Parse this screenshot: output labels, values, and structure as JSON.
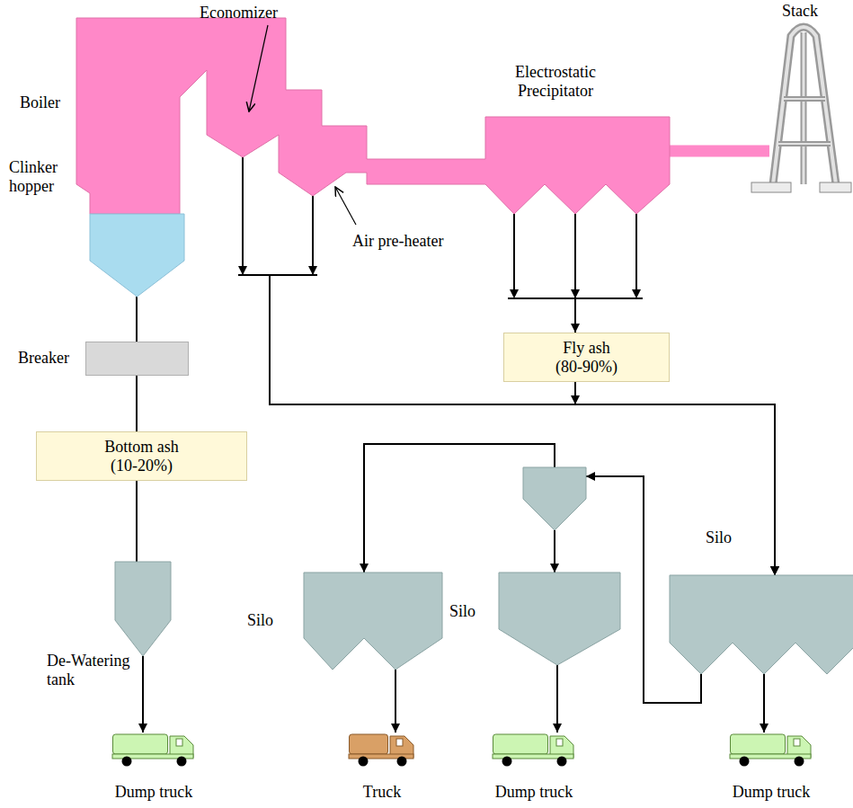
{
  "diagram": {
    "nodes": [
      {
        "text": [
          "Boiler"
        ]
      },
      {
        "text": [
          "Economizer"
        ]
      },
      {
        "text": [
          "Air pre-heater"
        ]
      },
      {
        "text": [
          "Electrostatic Precipitator"
        ]
      },
      {
        "text": [
          "Stack"
        ]
      },
      {
        "text": [
          "Clinker hopper"
        ]
      },
      {
        "text": [
          "Breaker"
        ]
      },
      {
        "text": [
          "Bottom ash (10-20%)"
        ]
      },
      {
        "text": [
          "De-Watering tank"
        ]
      },
      {
        "text": [
          "Fly ash (80-90%)"
        ]
      },
      {
        "text": [
          "Silo"
        ]
      },
      {
        "text": [
          "Silo"
        ]
      },
      {
        "text": [
          "Silo"
        ]
      },
      {
        "text": [
          "Dump truck"
        ]
      },
      {
        "text": [
          "Truck"
        ]
      },
      {
        "text": [
          "Dump truck"
        ]
      },
      {
        "text": [
          "Dump truck"
        ]
      }
    ],
    "edges": [
      {
        "from": 5,
        "to": 6,
        "arrow": "none"
      },
      {
        "from": 6,
        "to": 7,
        "arrow": "none"
      },
      {
        "from": 7,
        "to": 8,
        "arrow": "none"
      },
      {
        "from": 8,
        "to": 13,
        "arrow": "to"
      },
      {
        "from": 3,
        "to": 4,
        "arrow": "none"
      },
      {
        "from": 3,
        "to": 9,
        "arrow": "to"
      },
      {
        "from": 1,
        "to": 12,
        "arrow": "to"
      },
      {
        "from": 2,
        "to": 12,
        "arrow": "to"
      },
      {
        "from": 9,
        "to": 12,
        "arrow": "to"
      },
      {
        "from": 12,
        "to": 10,
        "arrow": "to"
      },
      {
        "from": 12,
        "to": 11,
        "arrow": "to"
      },
      {
        "from": 10,
        "to": 14,
        "arrow": "to"
      },
      {
        "from": 11,
        "to": 15,
        "arrow": "to"
      },
      {
        "from": 12,
        "to": 16,
        "arrow": "to"
      }
    ]
  }
}
